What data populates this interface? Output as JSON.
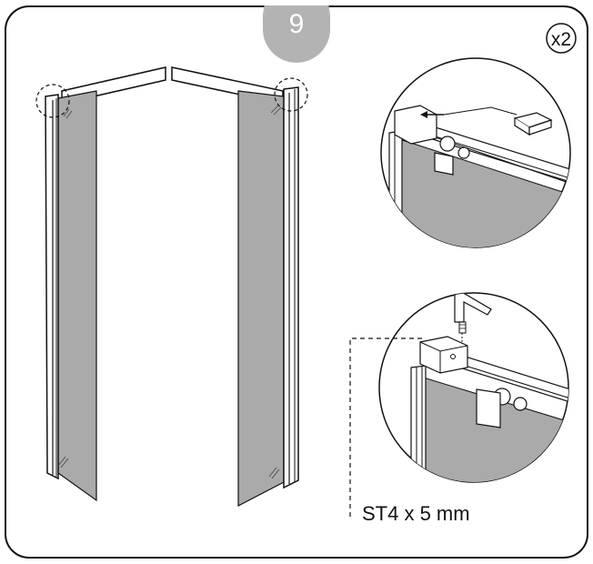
{
  "step": {
    "number": "9"
  },
  "quantity": {
    "label": "x2"
  },
  "fastener": {
    "label": "ST4 x 5 mm"
  },
  "colors": {
    "frame": "#111111",
    "glass": "#aaaaaa",
    "step_badge": "#b3b3b3",
    "profile_fill": "#ffffff"
  }
}
